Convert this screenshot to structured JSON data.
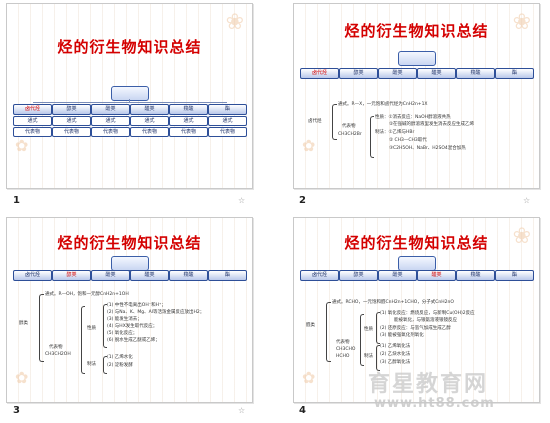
{
  "slides": [
    {
      "number": "1",
      "title": "烃的衍生物知识总结",
      "nav": [
        "卤代烃",
        "醇类",
        "酚类",
        "醛类",
        "羧酸",
        "酯"
      ],
      "sub1": [
        "通式",
        "通式",
        "通式",
        "通式",
        "通式",
        "通式"
      ],
      "sub2": [
        "代表物",
        "代表物",
        "代表物",
        "代表物",
        "代表物",
        "代表物"
      ]
    },
    {
      "number": "2",
      "title": "烃的衍生物知识总结",
      "nav": [
        "卤代烃",
        "醇类",
        "酚类",
        "醛类",
        "羧酸",
        "酯"
      ],
      "root": "卤代烃",
      "lines": [
        "通式。R—X，一元饱和卤代烃为CnH2n+1X",
        "代表物",
        "CH3CH2Br",
        "性质：①消去反应：NaOH醇溶液共热",
        "②在强碱的醇溶液里发生消去反应生成乙烯",
        "制法：①乙烯与HBr",
        "② CH3—CH3取代",
        "③C2H5OH、NaBr、H2SO4混合加热"
      ]
    },
    {
      "number": "3",
      "title": "烃的衍生物知识总结",
      "nav": [
        "卤代烃",
        "醇类",
        "酚类",
        "醛类",
        "羧酸",
        "酯"
      ],
      "root": "醇类",
      "lines": [
        "通式。R—OH，饱和一元醇CnH2n+1OH",
        "代表物",
        "CH3CH2OH",
        "性质",
        "(1) 中性不电离出OH⁻和H⁺；",
        "(2) 与Na、K、Mg、Al等活泼金属反应放出H2；",
        "(3) 能发生消去；",
        "(4) 与HX发生取代反应；",
        "(5) 氧化反应；",
        "(6) 脱水生成乙醚或乙烯；",
        "制法",
        "(1) 乙烯水化",
        "(2) 淀粉发酵"
      ]
    },
    {
      "number": "4",
      "title": "烃的衍生物知识总结",
      "nav": [
        "卤代烃",
        "醇类",
        "酚类",
        "醛类",
        "羧酸",
        "酯"
      ],
      "root": "醛类",
      "lines": [
        "通式。RCHO，一元饱和醛CnH2n+1CHO，分子式CnH2nO",
        "代表物",
        "CH3CHO",
        "HCHO",
        "性质",
        "(1) 氧化反应：燃烧反应，与新制Cu(OH)2反应",
        "能被氧化，与银氨溶液银镜反应",
        "(2) 还原反应：与氢气加成生成乙醇",
        "(3) 能被强氧化剂氧化",
        "制法",
        "(1) 乙烯氧化法",
        "(2) 乙炔水化法",
        "(3) 乙醇氧化法"
      ]
    }
  ],
  "watermark": {
    "cn": "育星教育网",
    "url": "www.ht88.com"
  }
}
